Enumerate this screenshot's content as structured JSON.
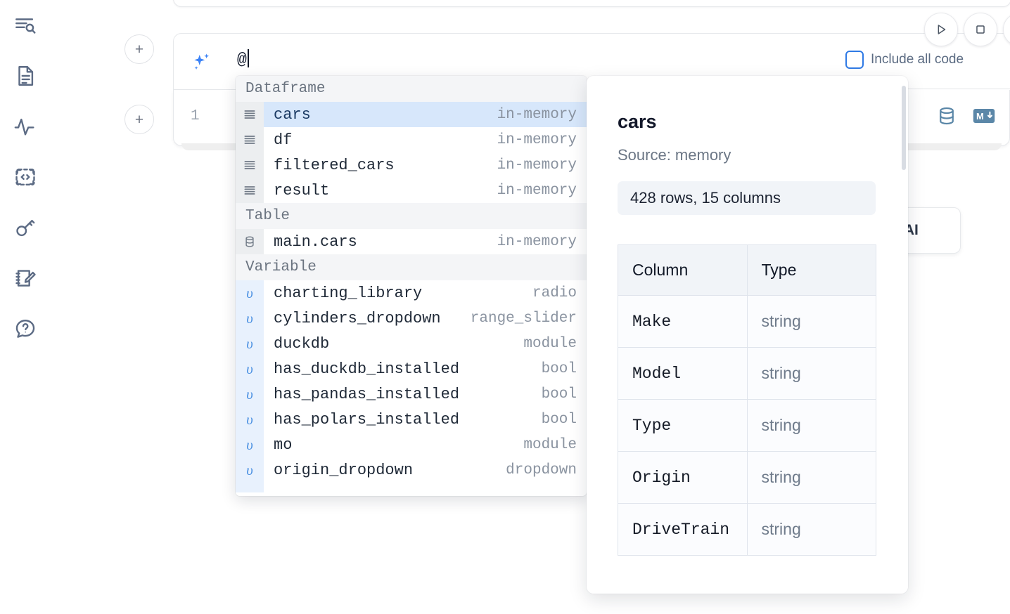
{
  "rail": {
    "items": [
      {
        "name": "explore-outline-icon",
        "label": "Outline / search"
      },
      {
        "name": "file-text-icon",
        "label": "Notebook file"
      },
      {
        "name": "activity-pulse-icon",
        "label": "Activity"
      },
      {
        "name": "code-snippet-icon",
        "label": "Snippets"
      },
      {
        "name": "key-icon",
        "label": "Secrets"
      },
      {
        "name": "scratchpad-edit-icon",
        "label": "Scratchpad"
      },
      {
        "name": "help-chat-icon",
        "label": "Help"
      }
    ]
  },
  "cell": {
    "add_button_label": "+",
    "line_number": "1",
    "ai_prompt_value": "@",
    "include_all_code_label": "Include all code",
    "include_all_code_checked": false,
    "run_button_label": "▷",
    "stop_button_label": "□",
    "database_icon": "database-icon",
    "markdown_icon": "markdown-icon"
  },
  "ai_pill": {
    "label": "h AI"
  },
  "autocomplete": {
    "groups": [
      {
        "label": "Dataframe",
        "icon": "dataframe-icon",
        "kind": "dataframe",
        "items": [
          {
            "name": "cars",
            "meta": "in-memory",
            "selected": true
          },
          {
            "name": "df",
            "meta": "in-memory",
            "selected": false
          },
          {
            "name": "filtered_cars",
            "meta": "in-memory",
            "selected": false
          },
          {
            "name": "result",
            "meta": "in-memory",
            "selected": false
          }
        ]
      },
      {
        "label": "Table",
        "icon": "table-db-icon",
        "kind": "table",
        "items": [
          {
            "name": "main.cars",
            "meta": "in-memory",
            "selected": false
          }
        ]
      },
      {
        "label": "Variable",
        "icon": "variable-icon",
        "kind": "variable",
        "glyph": "υ",
        "items": [
          {
            "name": "charting_library",
            "meta": "radio",
            "selected": false
          },
          {
            "name": "cylinders_dropdown",
            "meta": "range_slider",
            "selected": false
          },
          {
            "name": "duckdb",
            "meta": "module",
            "selected": false
          },
          {
            "name": "has_duckdb_installed",
            "meta": "bool",
            "selected": false
          },
          {
            "name": "has_pandas_installed",
            "meta": "bool",
            "selected": false
          },
          {
            "name": "has_polars_installed",
            "meta": "bool",
            "selected": false
          },
          {
            "name": "mo",
            "meta": "module",
            "selected": false
          },
          {
            "name": "origin_dropdown",
            "meta": "dropdown",
            "selected": false
          },
          {
            "name": "",
            "meta": "",
            "selected": false,
            "clipped": true
          }
        ]
      }
    ]
  },
  "detail": {
    "title": "cars",
    "source": "Source: memory",
    "shape": "428 rows, 15 columns",
    "table": {
      "headers": [
        "Column",
        "Type"
      ],
      "rows": [
        [
          "Make",
          "string"
        ],
        [
          "Model",
          "string"
        ],
        [
          "Type",
          "string"
        ],
        [
          "Origin",
          "string"
        ],
        [
          "DriveTrain",
          "string"
        ]
      ]
    }
  },
  "colors": {
    "accent_blue": "#3b82f6",
    "selection_blue": "#d7e7fb",
    "variable_gutter": "#e8f1fd",
    "icon_steel": "#5b87a8",
    "section_bg": "#f4f5f7",
    "meta_text": "#8a93a0"
  }
}
